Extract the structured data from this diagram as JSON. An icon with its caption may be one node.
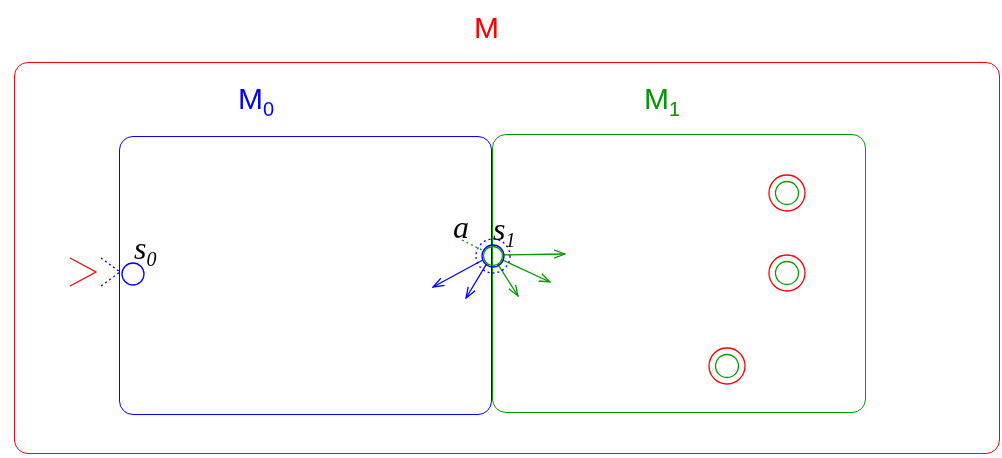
{
  "diagram": {
    "nodes": [
      {
        "text": [
          "M"
        ]
      },
      {
        "text": [
          "M$_{0}$"
        ],
        "in": 0
      },
      {
        "text": [
          "M$_{1}$"
        ],
        "in": 0
      },
      {
        "text": [],
        "shape": "circle",
        "beside": [
          "s$_{0}$"
        ],
        "in": 1
      },
      {
        "text": [],
        "shape": "circle",
        "beside": [
          "a",
          "s$_{1}$"
        ],
        "in": 0
      },
      {
        "text": [],
        "shape": "circle",
        "in": 2
      },
      {
        "text": [],
        "shape": "circle",
        "in": 2
      },
      {
        "text": [],
        "shape": "circle",
        "in": 2
      }
    ],
    "edges": [
      {
        "from": null,
        "to": 3,
        "arrow": "to",
        "color": "#ff0000"
      },
      {
        "from": null,
        "to": 3,
        "arrow": "to",
        "style": "dashed",
        "color": "#0000ff"
      },
      {
        "from": null,
        "to": 4,
        "arrow": "none",
        "style": "dashed",
        "color": "#009900"
      },
      {
        "from": 4,
        "to": null,
        "arrow": "to",
        "color": "#0000ff"
      },
      {
        "from": 4,
        "to": null,
        "arrow": "to",
        "color": "#0000ff"
      },
      {
        "from": 4,
        "to": null,
        "arrow": "to",
        "color": "#009900"
      },
      {
        "from": 4,
        "to": null,
        "arrow": "to",
        "color": "#009900"
      },
      {
        "from": 4,
        "to": null,
        "arrow": "to",
        "color": "#009900"
      }
    ]
  }
}
